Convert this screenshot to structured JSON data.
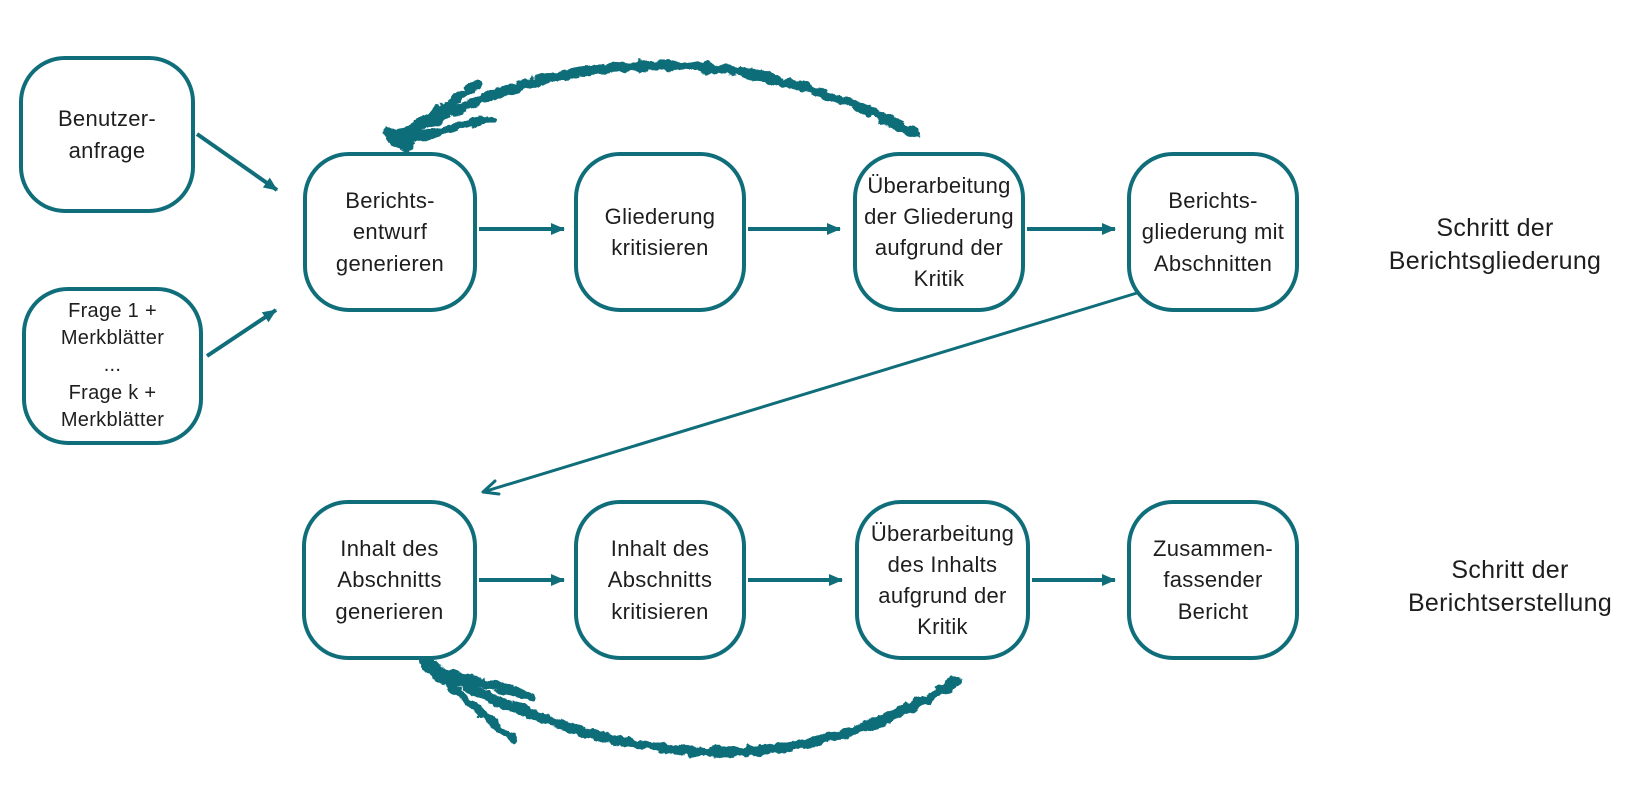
{
  "colors": {
    "teal": "#0f6e7a",
    "text": "#1e1e1e",
    "background": "#ffffff"
  },
  "nodes": {
    "benutzeranfrage": "Benutzer-\nanfrage",
    "fragen": "Frage 1 +\nMerkblätter\n...\nFrage k +\nMerkblätter",
    "berichtsentwurf_generieren": "Berichts-\nentwurf\ngenerieren",
    "gliederung_kritisieren": "Gliederung\nkritisieren",
    "ueberarbeitung_gliederung": "Überarbeitung\nder Gliederung\naufgrund der\nKritik",
    "berichtsgliederung_mit_abschnitten": "Berichts-\ngliederung mit\nAbschnitten",
    "inhalt_generieren": "Inhalt des\nAbschnitts\ngenerieren",
    "inhalt_kritisieren": "Inhalt des\nAbschnitts\nkritisieren",
    "ueberarbeitung_inhalt": "Überarbeitung\ndes Inhalts\naufgrund der\nKritik",
    "zusammenfassender_bericht": "Zusammen-\nfassender\nBericht"
  },
  "labels": {
    "outline_step": "Schritt der\nBerichtsgliederung",
    "writing_step": "Schritt der\nBerichtserstellung"
  },
  "edges": [
    {
      "from": "benutzeranfrage",
      "to": "berichtsentwurf_generieren",
      "style": "straight-arrow"
    },
    {
      "from": "fragen",
      "to": "berichtsentwurf_generieren",
      "style": "straight-arrow"
    },
    {
      "from": "berichtsentwurf_generieren",
      "to": "gliederung_kritisieren",
      "style": "straight-arrow"
    },
    {
      "from": "gliederung_kritisieren",
      "to": "ueberarbeitung_gliederung",
      "style": "straight-arrow"
    },
    {
      "from": "ueberarbeitung_gliederung",
      "to": "berichtsgliederung_mit_abschnitten",
      "style": "straight-arrow"
    },
    {
      "from": "berichtsgliederung_mit_abschnitten",
      "to": "inhalt_generieren",
      "style": "long-diagonal-arrow"
    },
    {
      "from": "inhalt_generieren",
      "to": "inhalt_kritisieren",
      "style": "straight-arrow"
    },
    {
      "from": "inhalt_kritisieren",
      "to": "ueberarbeitung_inhalt",
      "style": "straight-arrow"
    },
    {
      "from": "ueberarbeitung_inhalt",
      "to": "zusammenfassender_bericht",
      "style": "straight-arrow"
    },
    {
      "from": "ueberarbeitung_gliederung",
      "to": "berichtsentwurf_generieren",
      "style": "hand-drawn-feedback-arc"
    },
    {
      "from": "ueberarbeitung_inhalt",
      "to": "inhalt_generieren",
      "style": "hand-drawn-feedback-arc"
    }
  ]
}
